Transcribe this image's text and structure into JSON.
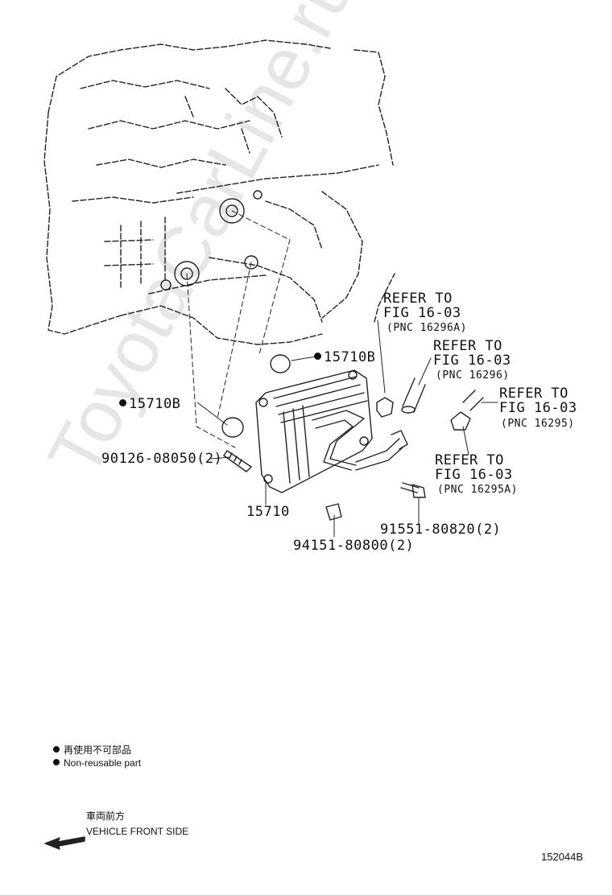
{
  "watermark": "ToyotaCarLine.ru",
  "diagram_id": "152044B",
  "callouts": {
    "oring_upper": "15710B",
    "oring_lower": "15710B",
    "stud": "90126-08050(2)",
    "cooler": "15710",
    "nut": "94151-80800(2)",
    "bolt": "91551-80820(2)"
  },
  "refs": [
    {
      "line1": "REFER TO",
      "line2": "FIG 16-03",
      "pnc": "(PNC 16296A)"
    },
    {
      "line1": "REFER TO",
      "line2": "FIG 16-03",
      "pnc": "(PNC 16296)"
    },
    {
      "line1": "REFER TO",
      "line2": "FIG 16-03",
      "pnc": "(PNC 16295)"
    },
    {
      "line1": "REFER TO",
      "line2": "FIG 16-03",
      "pnc": "(PNC 16295A)"
    }
  ],
  "legend": {
    "jp": "再使用不可部品",
    "en": "Non-reusable part"
  },
  "direction": {
    "jp": "車両前方",
    "en": "VEHICLE FRONT SIDE"
  }
}
